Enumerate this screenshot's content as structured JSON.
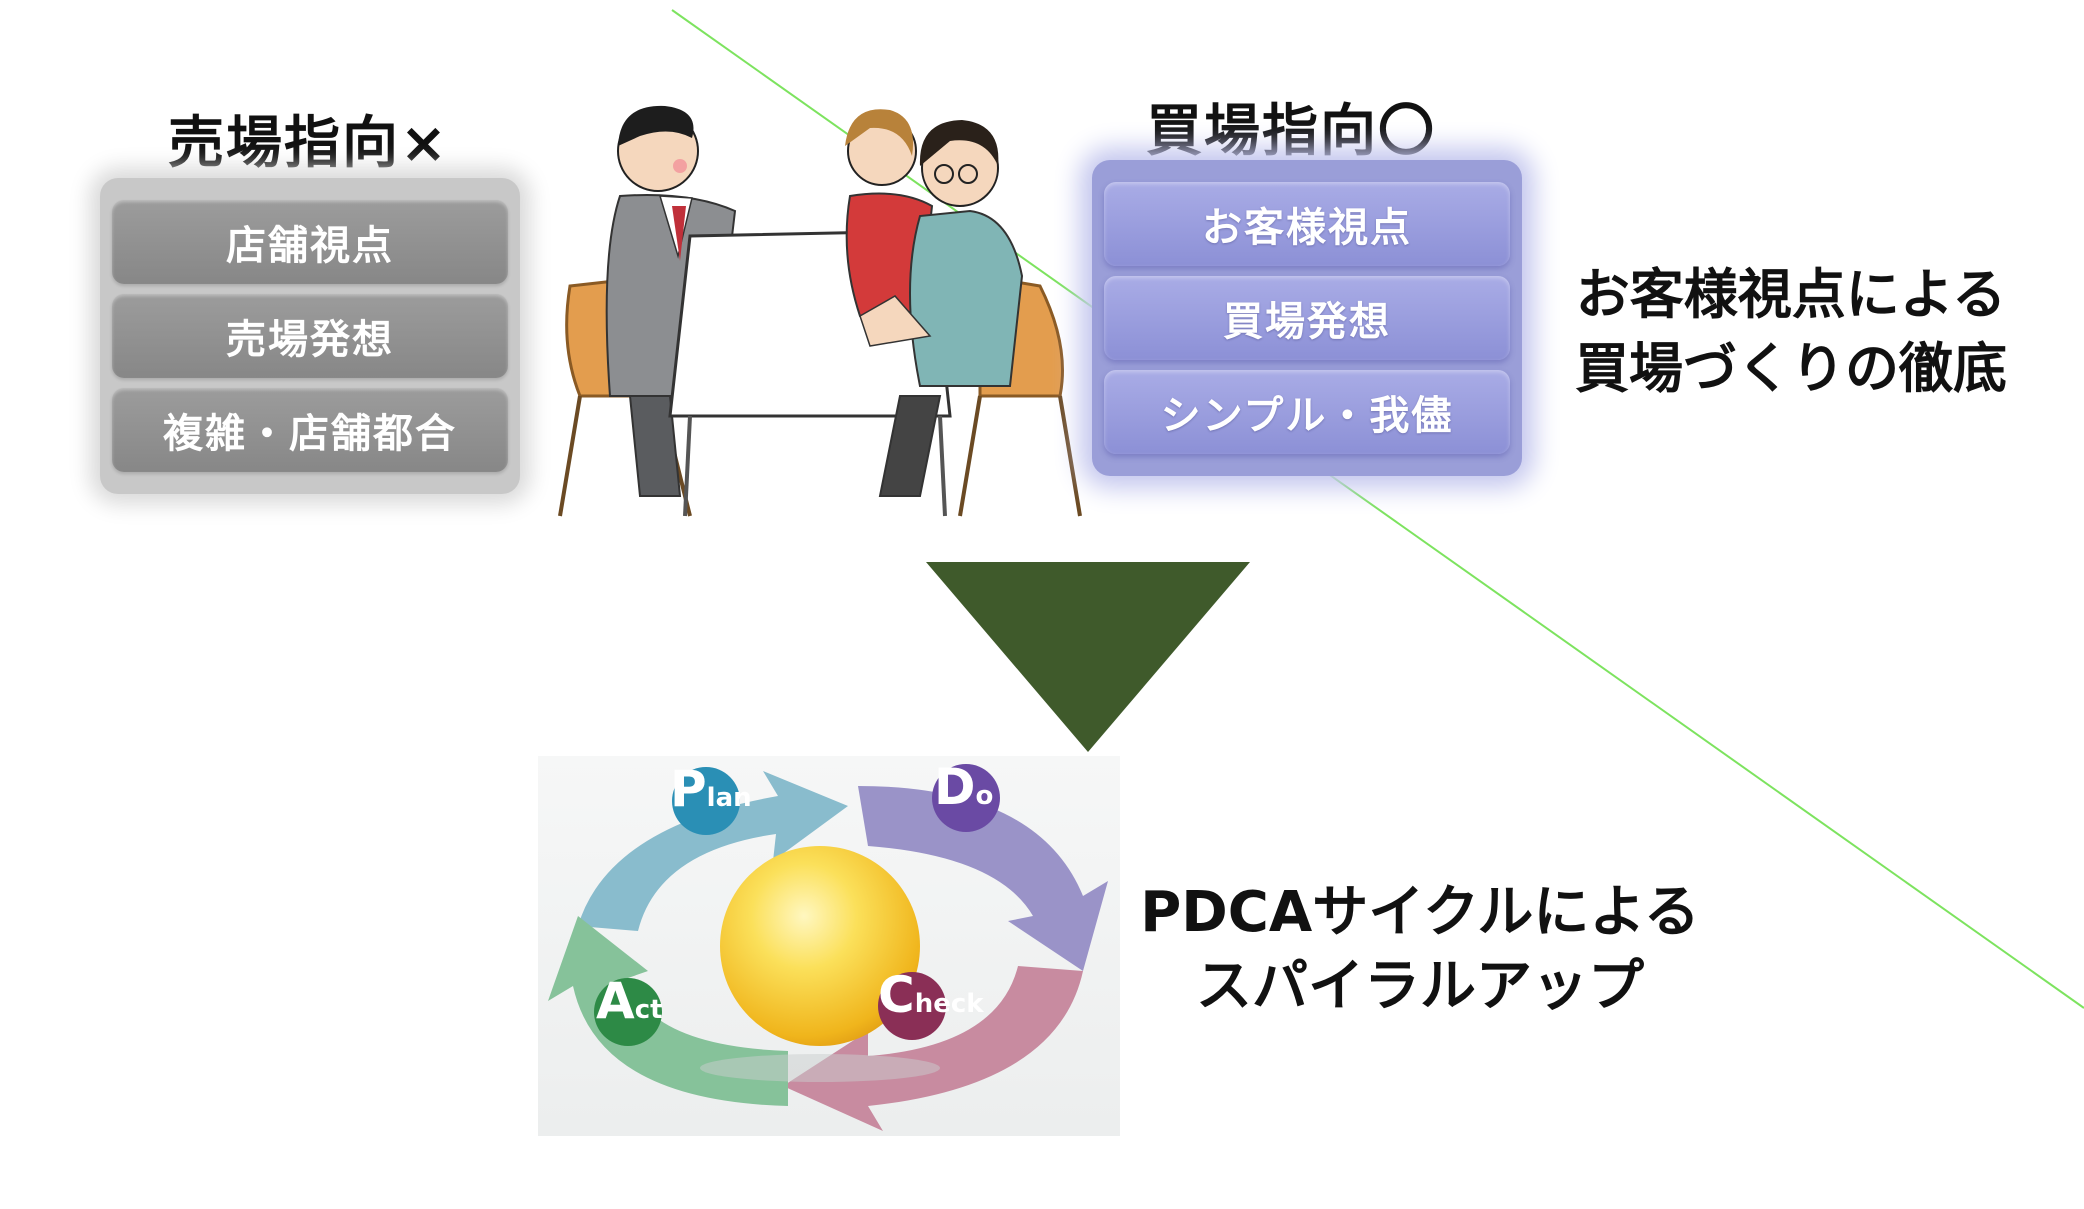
{
  "left": {
    "heading": "売場指向×",
    "items": [
      "店舗視点",
      "売場発想",
      "複雑・店舗都合"
    ]
  },
  "right": {
    "heading": "買場指向〇",
    "items": [
      "お客様視点",
      "買場発想",
      "シンプル・我儘"
    ]
  },
  "side_text": {
    "line1": "お客様視点による",
    "line2": "買場づくりの徹底"
  },
  "pdca": {
    "plan_initial": "P",
    "plan_rest": "lan",
    "do_initial": "D",
    "do_rest": "o",
    "check_initial": "C",
    "check_rest": "heck",
    "act_initial": "A",
    "act_rest": "ct"
  },
  "bottom_text": {
    "line1": "PDCAサイクルによる",
    "line2": "スパイラルアップ"
  },
  "colors": {
    "arrow": "#3f5a2b",
    "left_pill": "#929292",
    "right_pill": "#9a9ddc",
    "guide_line": "#7de35f",
    "plan": "#89bccd",
    "do": "#9a93c8",
    "check": "#c88ba0",
    "act": "#86c29a",
    "sphere": "#f4c528"
  }
}
